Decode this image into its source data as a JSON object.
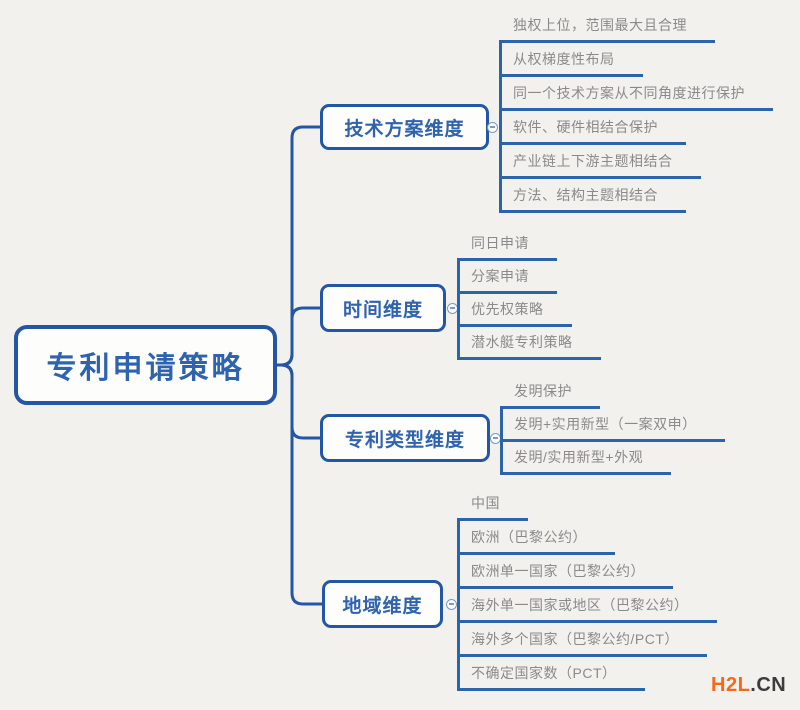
{
  "page": {
    "background": "#f2f1ee",
    "accent_blue": "#2457a3",
    "line_blue": "#2b64a9",
    "node_text_blue": "#2f63ae",
    "leaf_text_gray": "#8a8a8a"
  },
  "root": {
    "label": "专利申请策略"
  },
  "branches": [
    {
      "label": "技术方案维度",
      "children": [
        "独权上位，范围最大且合理",
        "从权梯度性布局",
        "同一个技术方案从不同角度进行保护",
        "软件、硬件相结合保护",
        "产业链上下游主题相结合",
        "方法、结构主题相结合"
      ]
    },
    {
      "label": "时间维度",
      "children": [
        "同日申请",
        "分案申请",
        "优先权策略",
        "潜水艇专利策略"
      ]
    },
    {
      "label": "专利类型维度",
      "children": [
        "发明保护",
        "发明+实用新型（一案双申）",
        "发明/实用新型+外观"
      ]
    },
    {
      "label": "地域维度",
      "children": [
        "中国",
        "欧洲（巴黎公约）",
        "欧洲单一国家（巴黎公约）",
        "海外单一国家或地区（巴黎公约）",
        "海外多个国家（巴黎公约/PCT）",
        "不确定国家数（PCT）"
      ]
    }
  ],
  "watermark": {
    "prefix": "H2L",
    "suffix": ".CN",
    "prefix_color": "#f2691d",
    "suffix_color": "#3c3c3c"
  }
}
